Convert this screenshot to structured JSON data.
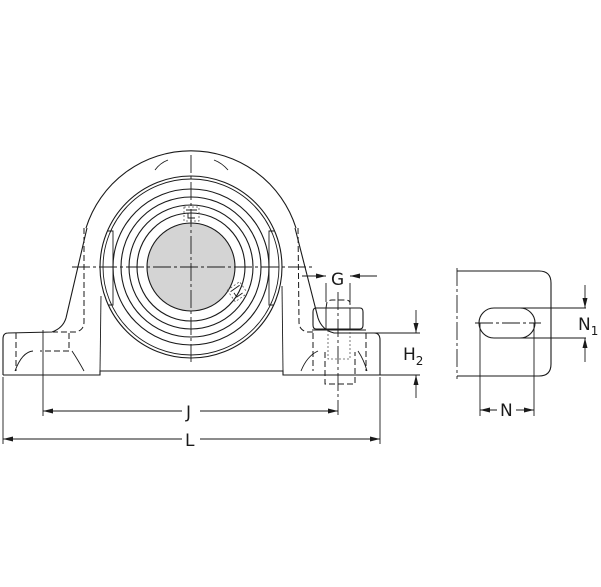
{
  "drawing": {
    "title": "Pillow block bearing unit dimension drawing",
    "colors": {
      "line": "#1a1a1a",
      "shaft_fill": "#d4d4d4",
      "background": "#ffffff"
    },
    "dimensions": {
      "G": {
        "label": "G",
        "description": "bolt diameter"
      },
      "H2": {
        "label": "H",
        "sub": "2",
        "description": "base height"
      },
      "J": {
        "label": "J",
        "description": "bolt hole center distance"
      },
      "L": {
        "label": "L",
        "description": "overall length"
      },
      "N": {
        "label": "N",
        "description": "slot length"
      },
      "N1": {
        "label": "N",
        "sub": "1",
        "description": "slot width"
      }
    },
    "views": [
      {
        "name": "front-view",
        "description": "front elevation of pillow block with bearing insert"
      },
      {
        "name": "side-detail-view",
        "description": "base foot slot detail"
      }
    ]
  }
}
